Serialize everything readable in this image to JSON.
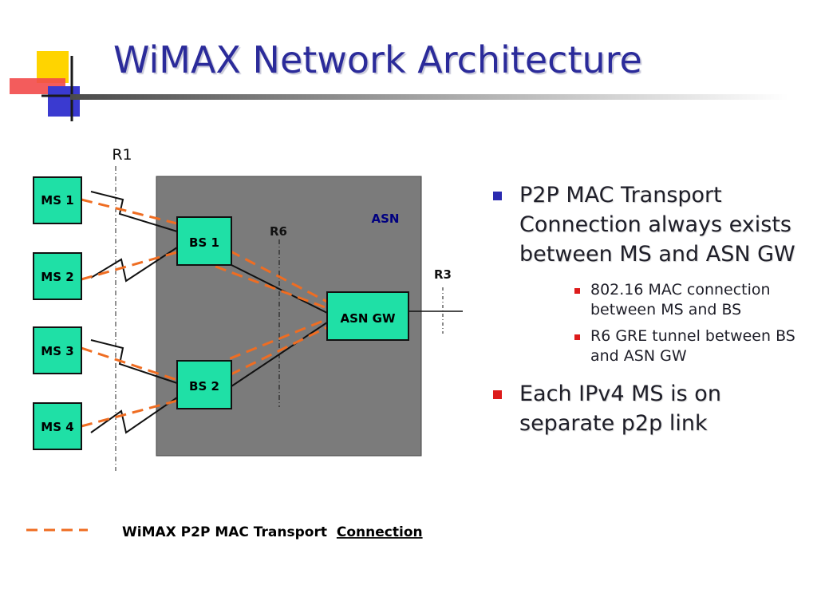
{
  "slide": {
    "title": "WiMAX Network Architecture"
  },
  "diagram": {
    "ref_r1": "R1",
    "ref_r6": "R6",
    "ref_r3": "R3",
    "asn_label": "ASN",
    "ms_nodes": [
      "MS 1",
      "MS 2",
      "MS 3",
      "MS 4"
    ],
    "bs_nodes": [
      "BS 1",
      "BS 2"
    ],
    "gateway": "ASN GW",
    "legend_text": "WiMAX P2P MAC Transport",
    "legend_text_bold": "Connection",
    "colors": {
      "node_fill": "#1fe0a6",
      "asn_fill": "#7b7b7b",
      "connection": "#ef6d22"
    }
  },
  "bullets": {
    "item1": "P2P MAC Transport Connection always exists between MS and ASN GW",
    "item1_sub1": "802.16 MAC connection between MS and BS",
    "item1_sub2": "R6 GRE tunnel between BS and ASN GW",
    "item2": "Each IPv4 MS is on separate p2p link"
  }
}
